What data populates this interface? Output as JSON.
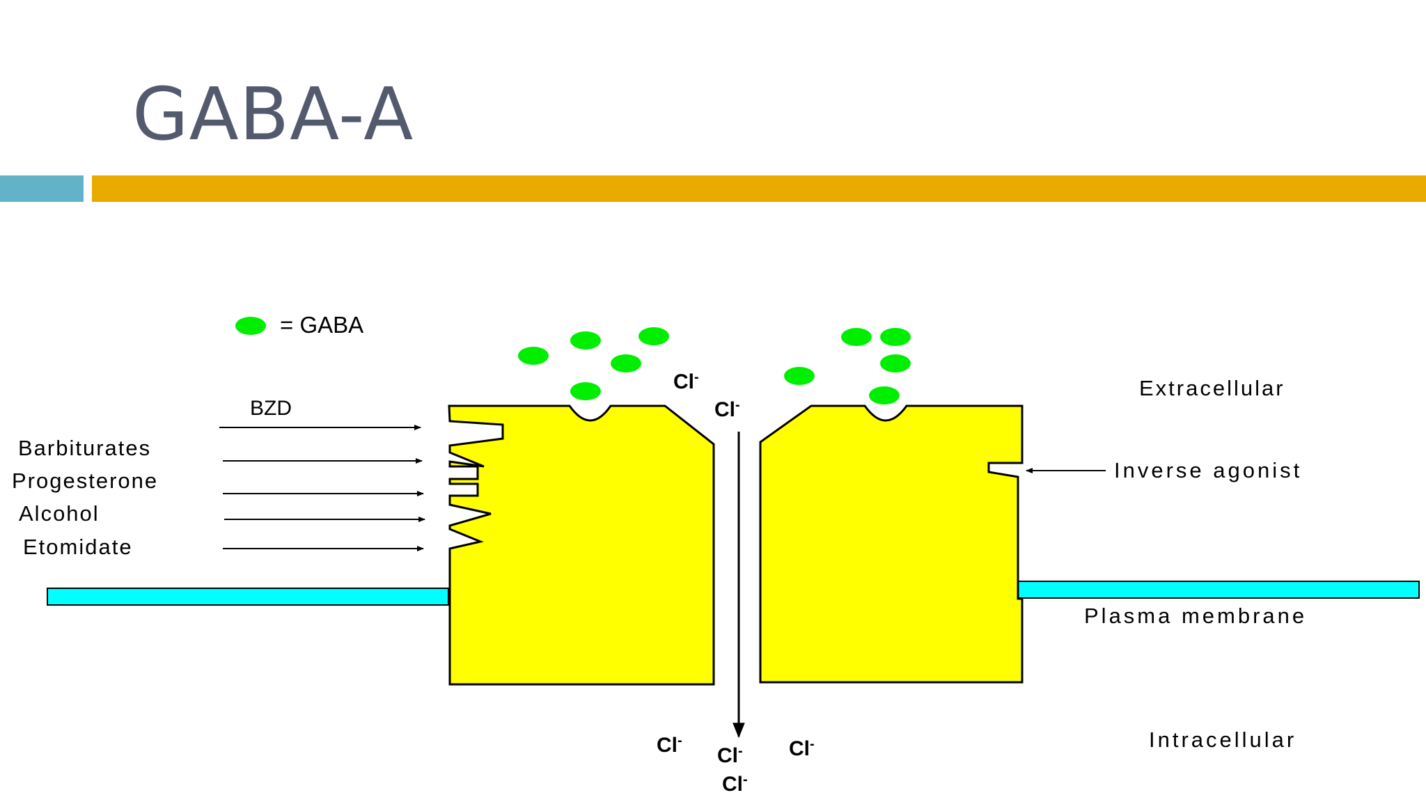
{
  "slide": {
    "title": "GABA-A"
  },
  "colors": {
    "title": "#545a6e",
    "accent_blue": "#62b3c8",
    "accent_gold": "#e9ab00",
    "receptor_fill": "#ffff00",
    "membrane_fill": "#00ffff",
    "gaba_green": "#00ee00"
  },
  "diagram": {
    "legend": {
      "symbol": "green-dot",
      "text": "= GABA"
    },
    "regions": {
      "extracellular": "Extracellular",
      "intracellular": "Intracellular",
      "plasma_membrane": "Plasma membrane"
    },
    "binding_agents": [
      "BZD",
      "Barbiturates",
      "Progesterone",
      "Alcohol",
      "Etomidate"
    ],
    "inverse_agonist": "Inverse agonist",
    "ion": {
      "symbol": "Cl",
      "charge": "-"
    }
  }
}
